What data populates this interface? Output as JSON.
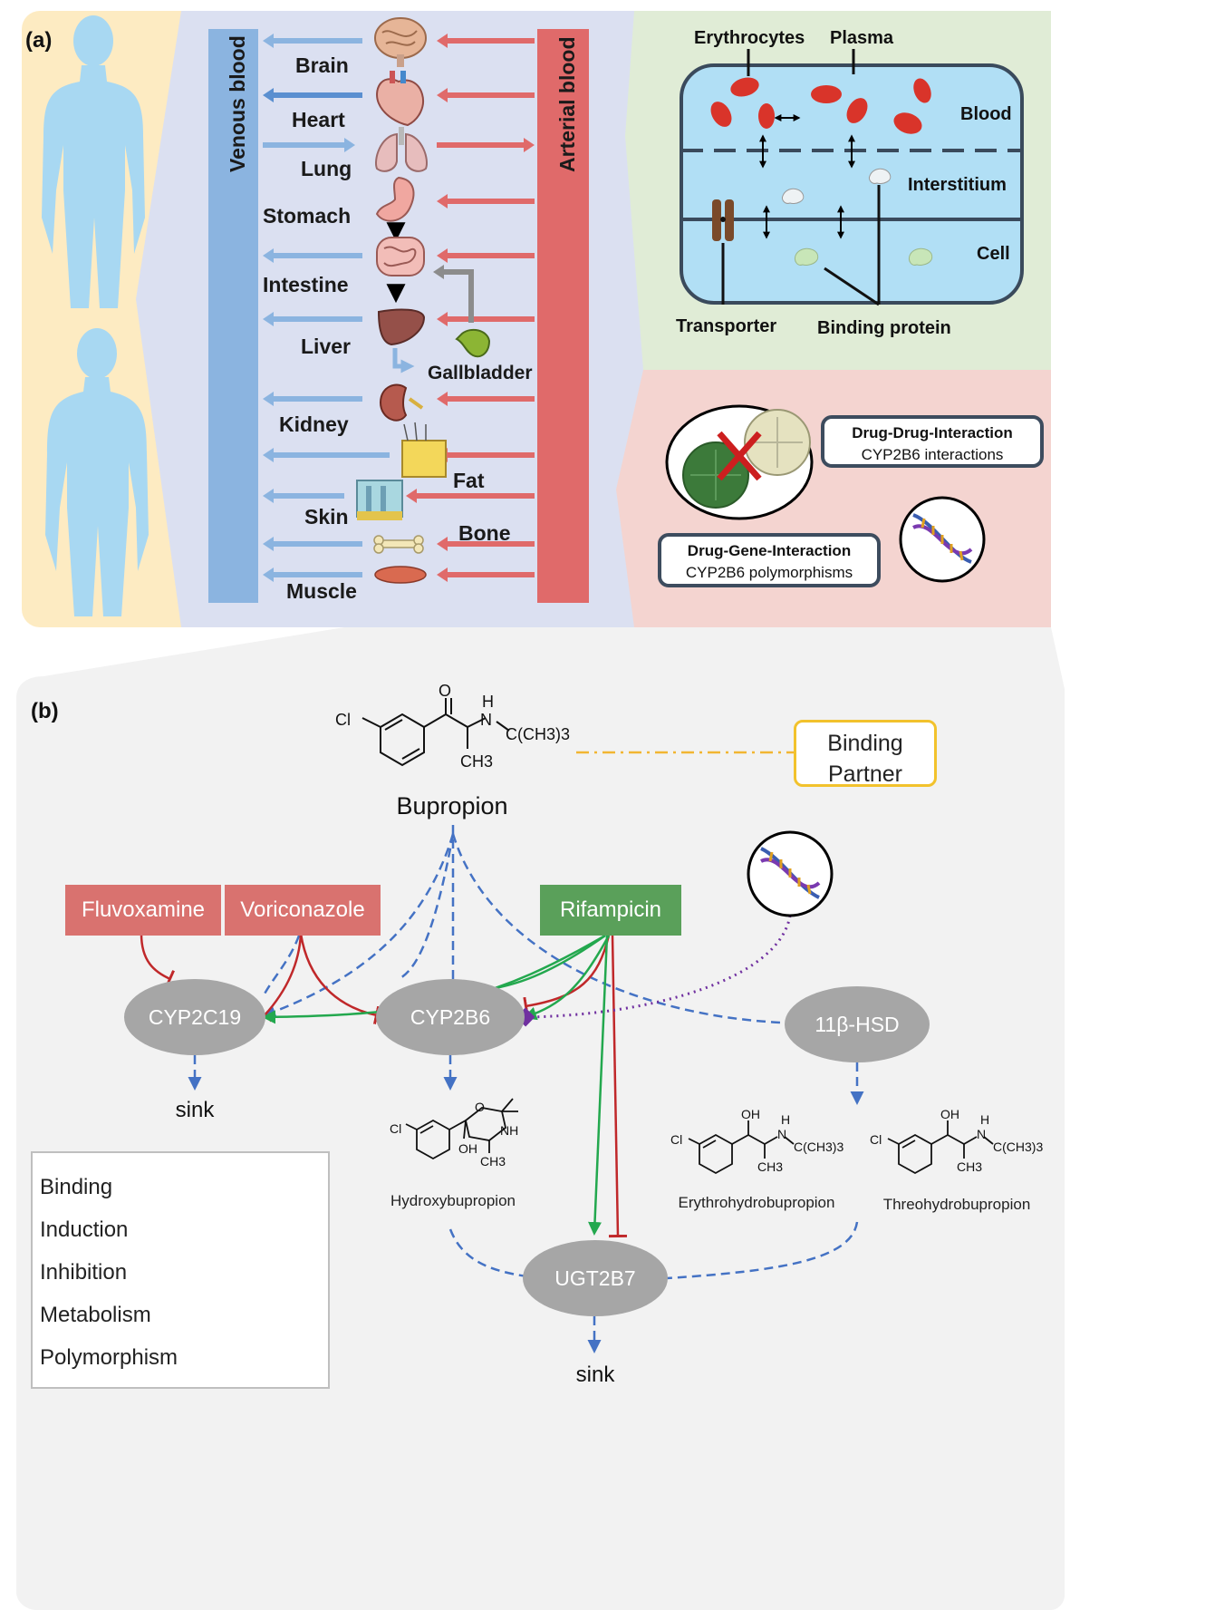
{
  "panel_a": {
    "label": "(a)",
    "venous_label": "Venous blood",
    "arterial_label": "Arterial blood",
    "organs": [
      "Brain",
      "Heart",
      "Lung",
      "Stomach",
      "Intestine",
      "Liver",
      "Gallbladder",
      "Kidney",
      "Fat",
      "Skin",
      "Bone",
      "Muscle"
    ],
    "cell_view": {
      "erythrocytes": "Erythrocytes",
      "plasma": "Plasma",
      "blood": "Blood",
      "interstitium": "Interstitium",
      "cell": "Cell",
      "transporter": "Transporter",
      "binding_protein": "Binding protein"
    },
    "ddi": {
      "title": "Drug-Drug-Interaction",
      "subtitle": "CYP2B6 interactions"
    },
    "dgi": {
      "title": "Drug-Gene-Interaction",
      "subtitle": "CYP2B6 polymorphisms"
    }
  },
  "panel_b": {
    "label": "(b)",
    "drug": "Bupropion",
    "structure_labels": {
      "cl": "Cl",
      "o": "O",
      "h": "H",
      "n": "N",
      "tbu": "C(CH3)3",
      "ch3": "CH3"
    },
    "binding_partner": [
      "Binding",
      "Partner"
    ],
    "perpetrators": {
      "fluvoxamine": "Fluvoxamine",
      "voriconazole": "Voriconazole",
      "rifampicin": "Rifampicin"
    },
    "enzymes": {
      "cyp2c19": "CYP2C19",
      "cyp2b6": "CYP2B6",
      "hsd": "11β-HSD",
      "ugt": "UGT2B7"
    },
    "sink": "sink",
    "metabolites": {
      "hydroxy": "Hydroxybupropion",
      "erythro": "Erythrohydrobupropion",
      "threo": "Threohydrobupropion"
    },
    "metabolite_structure": {
      "oh": "OH",
      "nh": "NH"
    },
    "legend": [
      "Binding",
      "Induction",
      "Inhibition",
      "Metabolism",
      "Polymorphism"
    ]
  },
  "colors": {
    "venous": "#8bb4e0",
    "arterial": "#e06a6a",
    "perp_red": "#d9726f",
    "perp_green": "#5aa05a",
    "enzyme": "#a6a6a6",
    "binding": "#f2b632",
    "induction": "#23a84e",
    "inhibition": "#c0282a",
    "metabolism": "#4472c4",
    "polymorphism": "#7030a0"
  }
}
